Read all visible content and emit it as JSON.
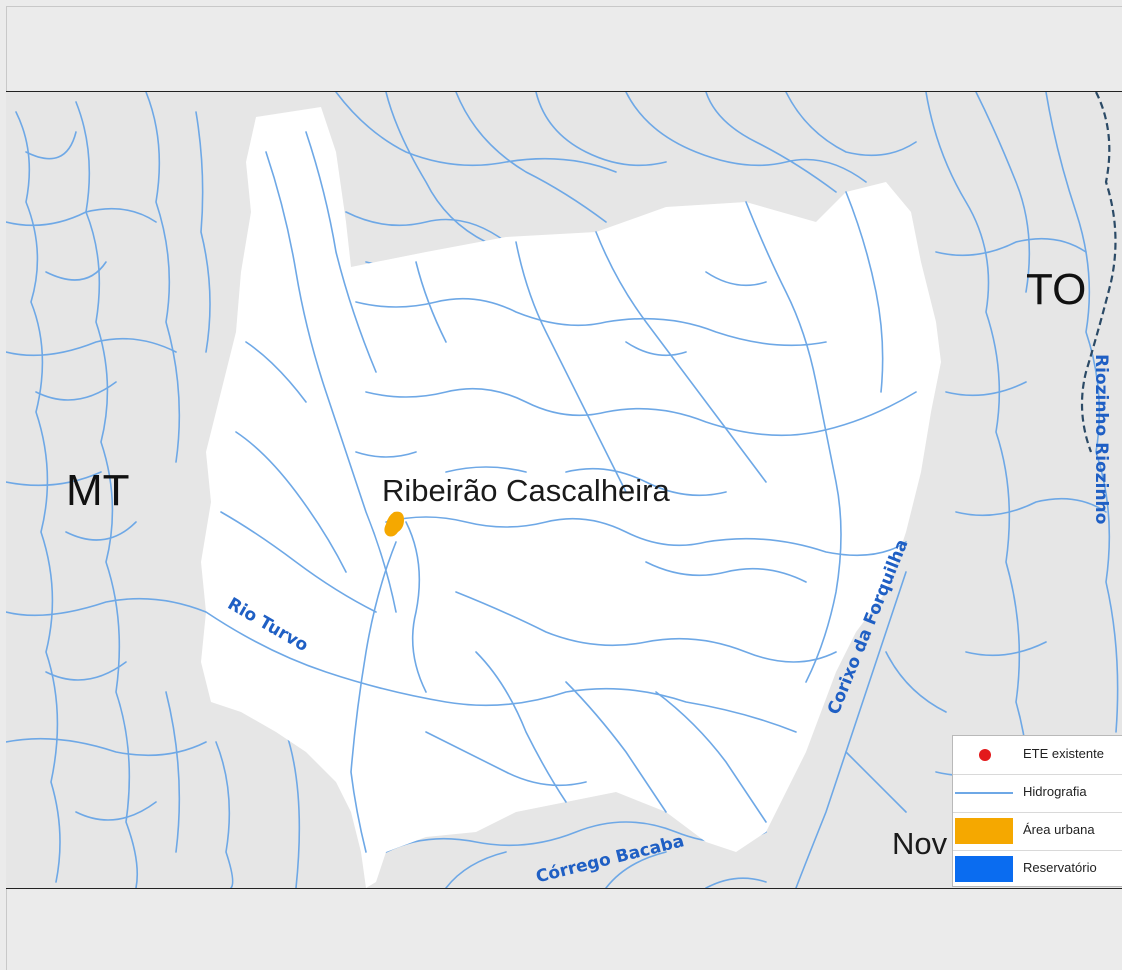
{
  "map": {
    "labels": {
      "state_west": "MT",
      "state_east": "TO",
      "city": "Ribeirão Cascalheira",
      "partial_south": "Nov"
    },
    "rivers": {
      "turvo": "Rio Turvo",
      "forquilha": "Corixo da Forquilha",
      "bacaba": "Córrego Bacaba",
      "riozinho": "Riozinho Riozinho"
    },
    "colors": {
      "background": "#e6e6e6",
      "municipality": "#ffffff",
      "river": "#6ea8e6",
      "river_label": "#1f5fc4",
      "urban": "#f5a800",
      "ete": "#e31a1c",
      "reservoir": "#0a6cf0"
    }
  },
  "legend": {
    "items": [
      {
        "label": "ETE existente",
        "symbol": "red-dot"
      },
      {
        "label": "Hidrografia",
        "symbol": "blue-line"
      },
      {
        "label": "Área urbana",
        "symbol": "orange-fill"
      },
      {
        "label": "Reservatório",
        "symbol": "blue-fill"
      }
    ]
  }
}
